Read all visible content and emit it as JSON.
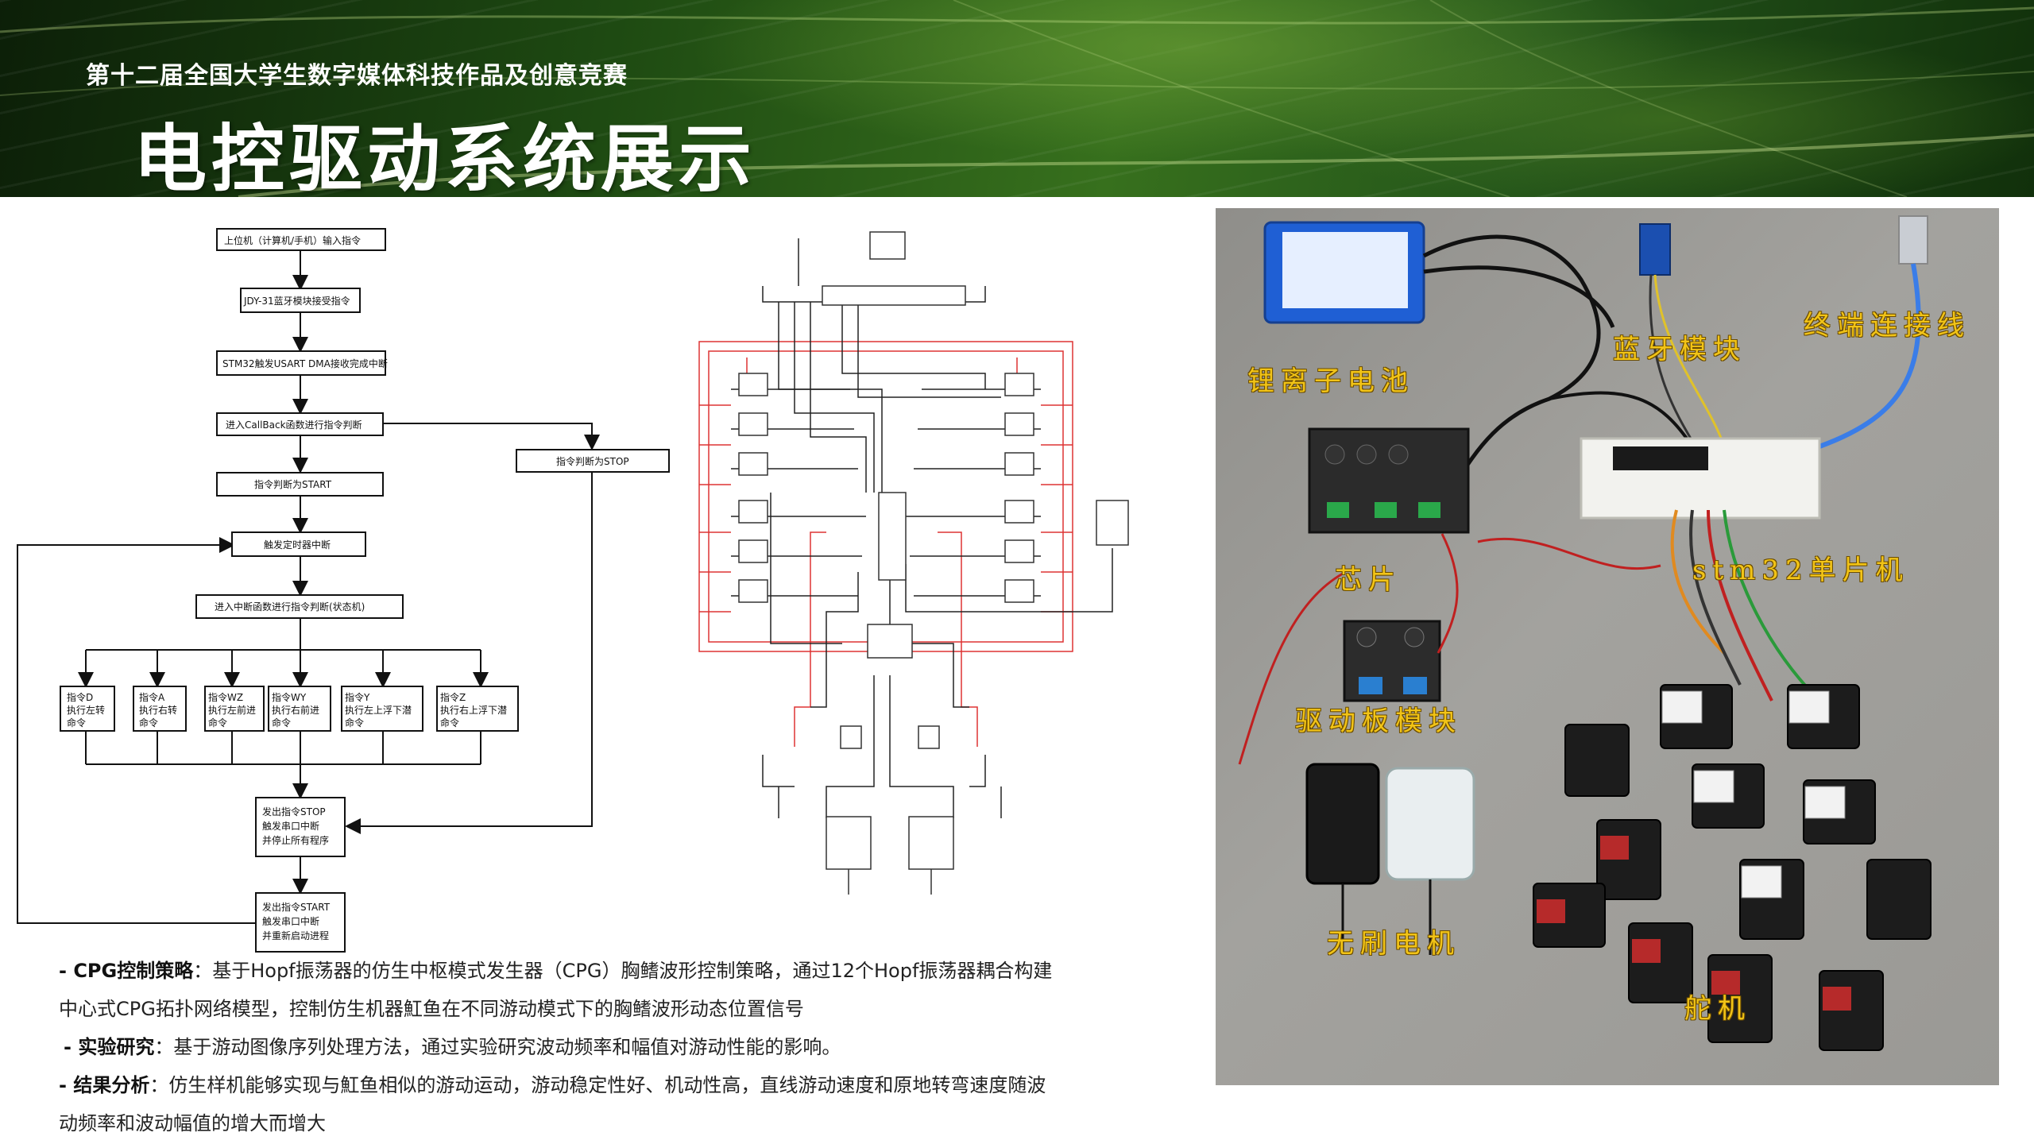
{
  "header": {
    "subtitle": "第十二届全国大学生数字媒体科技作品及创意竞赛",
    "title": "电控驱动系统展示"
  },
  "flowchart": {
    "boxes": {
      "start": "上位机（计算机/手机）输入指令",
      "bt": "JDY-31蓝牙模块接受指令",
      "dma": "STM32触发USART DMA接收完成中断",
      "callback": "进入CallBack函数进行指令判断",
      "stop_judge": "指令判断为STOP",
      "start_judge": "指令判断为START",
      "timer": "触发定时器中断",
      "state": "进入中断函数进行指令判断(状态机)",
      "stop_out_1": "发出指令STOP",
      "stop_out_2": "触发串口中断",
      "stop_out_3": "并停止所有程序",
      "start_out_1": "发出指令START",
      "start_out_2": "触发串口中断",
      "start_out_3": "并重新启动进程"
    },
    "commands": [
      {
        "l1": "指令D",
        "l2": "执行左转",
        "l3": "命令"
      },
      {
        "l1": "指令A",
        "l2": "执行右转",
        "l3": "命令"
      },
      {
        "l1": "指令WZ",
        "l2": "执行左前进",
        "l3": "命令"
      },
      {
        "l1": "指令WY",
        "l2": "执行右前进",
        "l3": "命令"
      },
      {
        "l1": "指令Y",
        "l2": "执行左上浮下潜",
        "l3": "命令"
      },
      {
        "l1": "指令Z",
        "l2": "执行右上浮下潜",
        "l3": "命令"
      }
    ]
  },
  "photo": {
    "labels": {
      "battery": "锂离子电池",
      "bluetooth": "蓝牙模块",
      "cable": "终端连接线",
      "chip": "芯片",
      "mcu": "stm32单片机",
      "driver": "驱动板模块",
      "motor": "无刷电机",
      "servo": "舵机"
    }
  },
  "text": {
    "p1_label": "- CPG控制策略",
    "p1_body": "：基于Hopf振荡器的仿生中枢模式发生器（CPG）胸鳍波形控制策略，通过12个Hopf振荡器耦合构建",
    "p1_body2": "中心式CPG拓扑网络模型，控制仿生机器魟鱼在不同游动模式下的胸鳍波形动态位置信号",
    "p2_label": "- 实验研究",
    "p2_body": "：基于游动图像序列处理方法，通过实验研究波动频率和幅值对游动性能的影响。",
    "p3_label": "- 结果分析",
    "p3_body": "：仿生样机能够实现与魟鱼相似的游动运动，游动稳定性好、机动性高，直线游动速度和原地转弯速度随波",
    "p3_body2": "动频率和波动幅值的增大而增大"
  }
}
